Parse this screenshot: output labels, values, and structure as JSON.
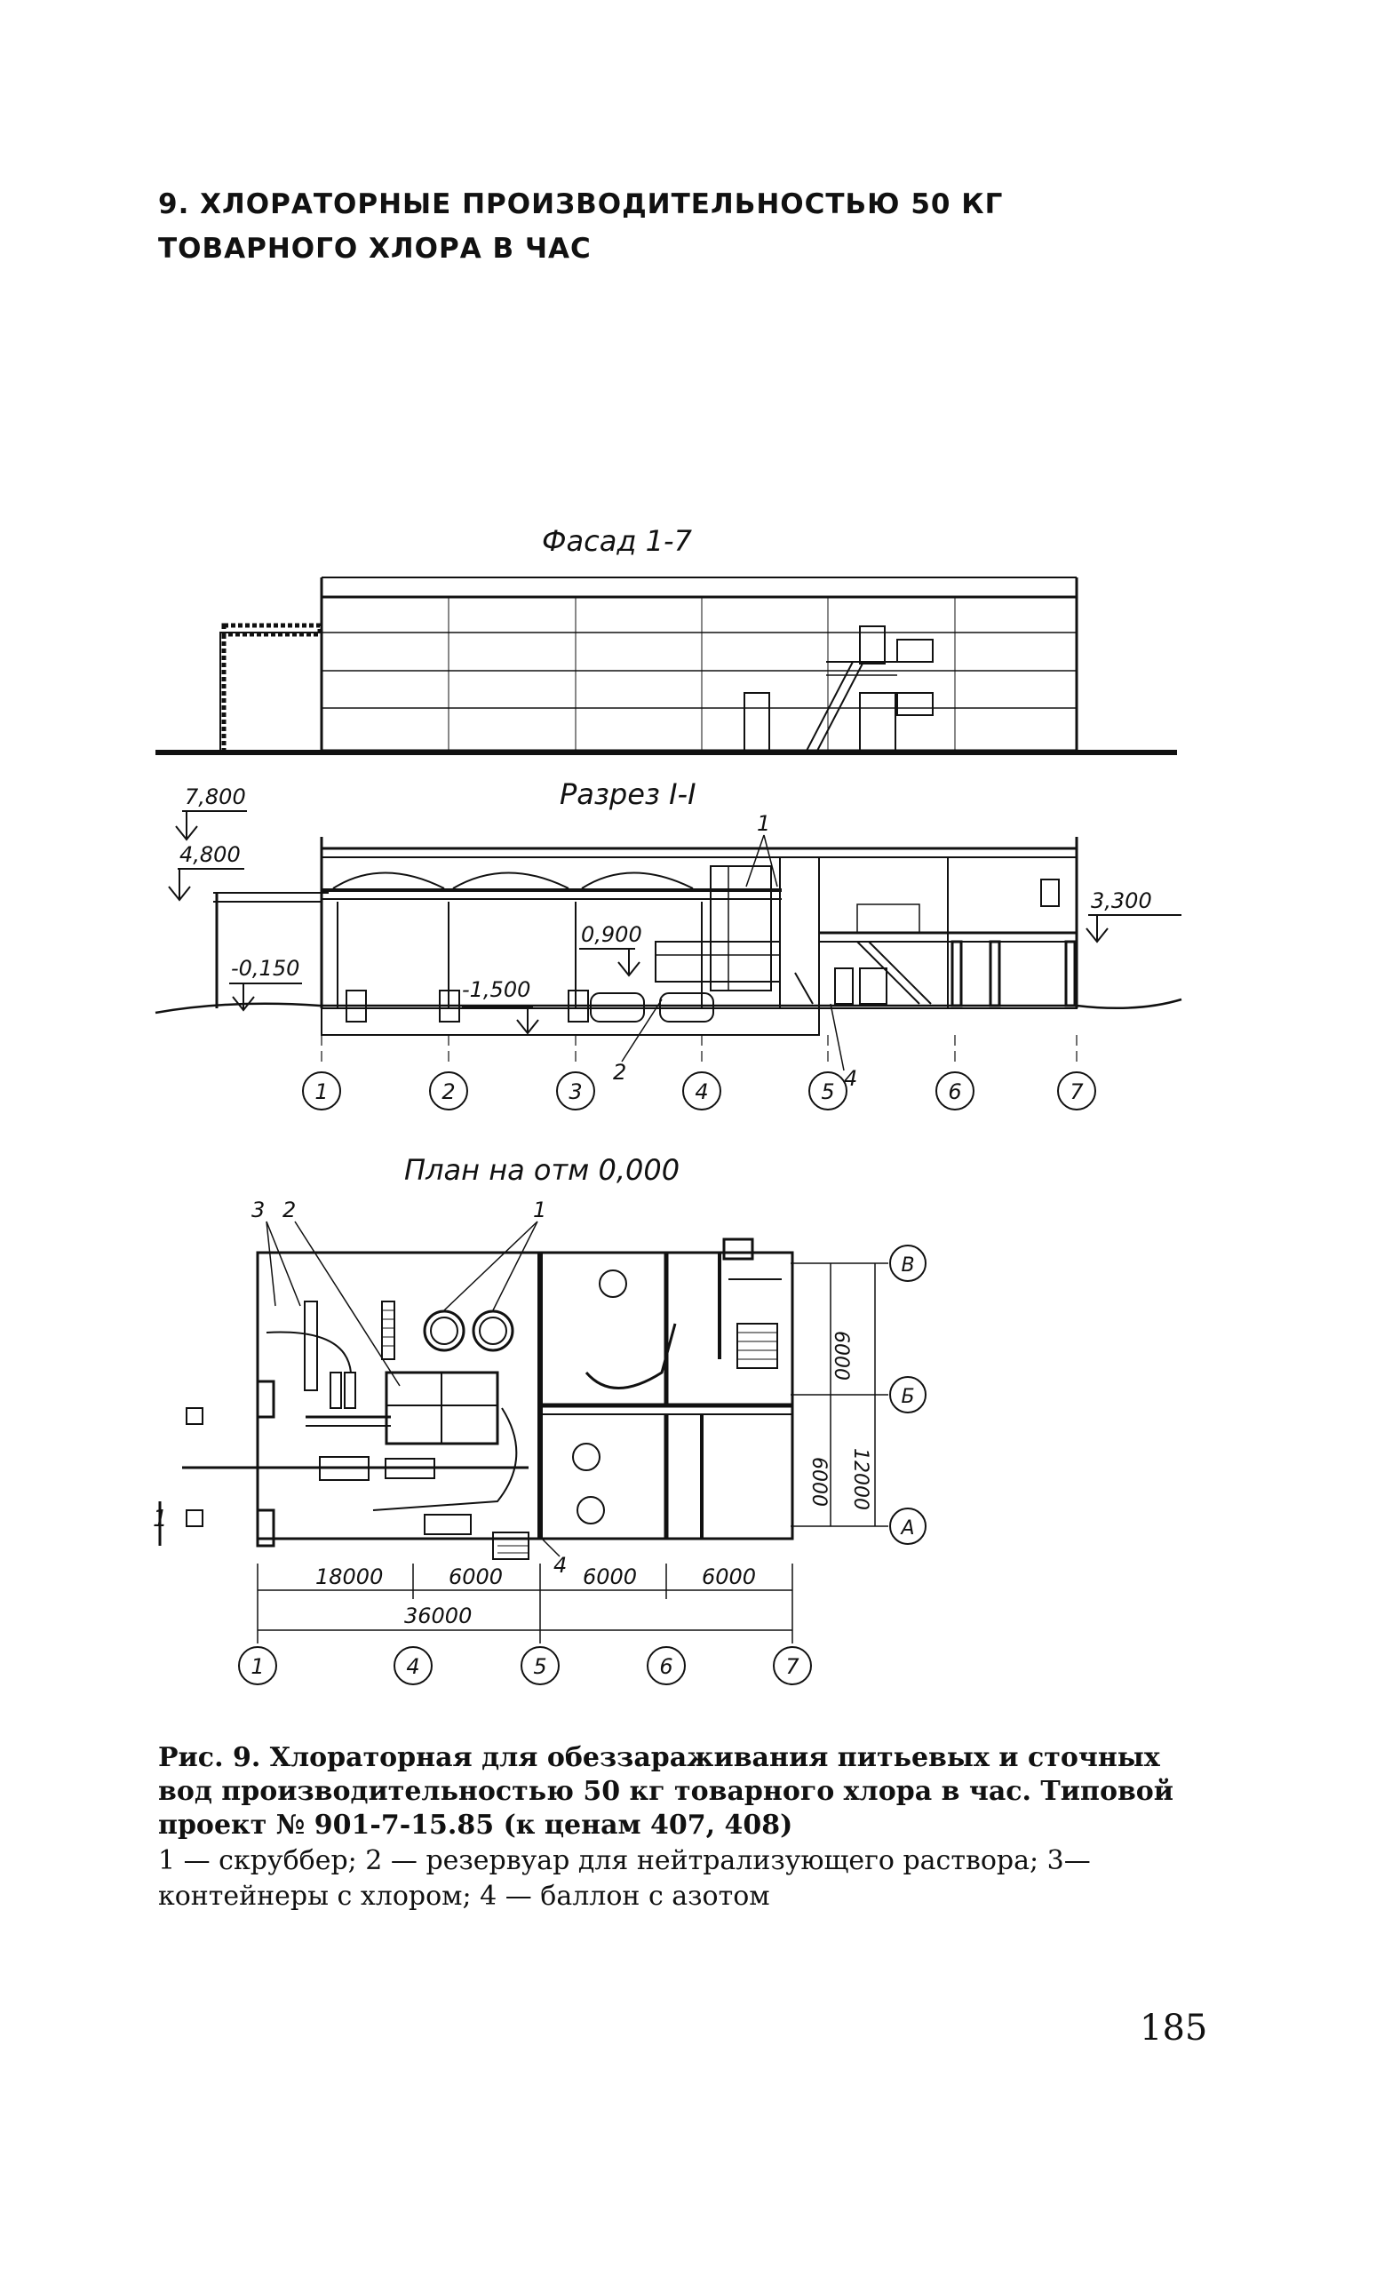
{
  "heading": {
    "line1": "9. ХЛОРАТОРНЫЕ ПРОИЗВОДИТЕЛЬНОСТЬЮ 50 КГ",
    "line2": "ТОВАРНОГО ХЛОРА В ЧАС"
  },
  "facade": {
    "title": "Фасад 1-7"
  },
  "section": {
    "title": "Разрез I-I",
    "elevations": [
      "7,800",
      "4,800",
      "-0,150",
      "-1,500",
      "0,900",
      "3,300"
    ],
    "item_labels": [
      "1",
      "2",
      "4"
    ],
    "axes": [
      "1",
      "2",
      "3",
      "4",
      "5",
      "6",
      "7"
    ]
  },
  "plan": {
    "title": "План на отм 0,000",
    "item_labels": [
      "3",
      "2",
      "1",
      "4"
    ],
    "row_axes": [
      "В",
      "Б",
      "А"
    ],
    "dims_vertical": [
      "6000",
      "6000",
      "12000"
    ],
    "dims_horizontal": [
      "18000",
      "6000",
      "6000",
      "6000"
    ],
    "dim_total": "36000",
    "axes": [
      "1",
      "4",
      "5",
      "6",
      "7"
    ],
    "cut_mark": "1"
  },
  "caption": "Рис. 9. Хлораторная для обеззараживания питьевых и сточных вод производительностью 50 кг товарного хлора в час. Типовой проект № 901-7-15.85 (к ценам 407, 408)",
  "legend": "1 — скруббер; 2 — резервуар для нейтрализующего раствора; 3—контейнеры с хлором; 4 — баллон с азотом",
  "page_number": "185"
}
